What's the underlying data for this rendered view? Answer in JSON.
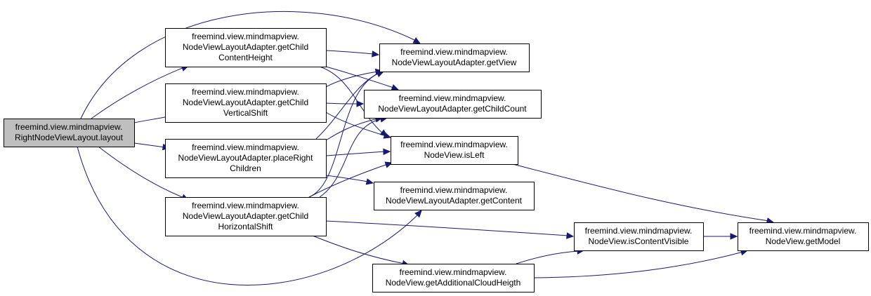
{
  "graph": {
    "edge_color": "#191970",
    "root_fill": "#bfbfbf",
    "nodes": [
      {
        "id": "root",
        "lines": [
          "freemind.view.mindmapview.",
          "RightNodeViewLayout.layout"
        ],
        "highlighted": true
      },
      {
        "id": "getChildContentHeight",
        "lines": [
          "freemind.view.mindmapview.",
          "NodeViewLayoutAdapter.getChild",
          "ContentHeight"
        ]
      },
      {
        "id": "getChildVerticalShift",
        "lines": [
          "freemind.view.mindmapview.",
          "NodeViewLayoutAdapter.getChild",
          "VerticalShift"
        ]
      },
      {
        "id": "placeRightChildren",
        "lines": [
          "freemind.view.mindmapview.",
          "NodeViewLayoutAdapter.placeRight",
          "Children"
        ]
      },
      {
        "id": "getChildHorizontalShift",
        "lines": [
          "freemind.view.mindmapview.",
          "NodeViewLayoutAdapter.getChild",
          "HorizontalShift"
        ]
      },
      {
        "id": "getView",
        "lines": [
          "freemind.view.mindmapview.",
          "NodeViewLayoutAdapter.getView"
        ]
      },
      {
        "id": "getChildCount",
        "lines": [
          "freemind.view.mindmapview.",
          "NodeViewLayoutAdapter.getChildCount"
        ]
      },
      {
        "id": "isLeft",
        "lines": [
          "freemind.view.mindmapview.",
          "NodeView.isLeft"
        ]
      },
      {
        "id": "getContent",
        "lines": [
          "freemind.view.mindmapview.",
          "NodeViewLayoutAdapter.getContent"
        ]
      },
      {
        "id": "getAdditionalCloudHeigth",
        "lines": [
          "freemind.view.mindmapview.",
          "NodeView.getAdditionalCloudHeigth"
        ]
      },
      {
        "id": "isContentVisible",
        "lines": [
          "freemind.view.mindmapview.",
          "NodeView.isContentVisible"
        ]
      },
      {
        "id": "getModel",
        "lines": [
          "freemind.view.mindmapview.",
          "NodeView.getModel"
        ]
      }
    ],
    "edges": [
      {
        "from": "root",
        "to": "getView"
      },
      {
        "from": "root",
        "to": "getChildContentHeight"
      },
      {
        "from": "root",
        "to": "getChildVerticalShift"
      },
      {
        "from": "root",
        "to": "placeRightChildren"
      },
      {
        "from": "root",
        "to": "getChildHorizontalShift"
      },
      {
        "from": "root",
        "to": "getContent"
      },
      {
        "from": "getChildContentHeight",
        "to": "getView"
      },
      {
        "from": "getChildContentHeight",
        "to": "getChildCount"
      },
      {
        "from": "getChildContentHeight",
        "to": "isLeft"
      },
      {
        "from": "getChildVerticalShift",
        "to": "getChildCount"
      },
      {
        "from": "getChildVerticalShift",
        "to": "getView"
      },
      {
        "from": "getChildVerticalShift",
        "to": "isLeft"
      },
      {
        "from": "placeRightChildren",
        "to": "getView"
      },
      {
        "from": "placeRightChildren",
        "to": "getChildCount"
      },
      {
        "from": "placeRightChildren",
        "to": "isLeft"
      },
      {
        "from": "placeRightChildren",
        "to": "getContent"
      },
      {
        "from": "getChildHorizontalShift",
        "to": "getView"
      },
      {
        "from": "getChildHorizontalShift",
        "to": "getChildCount"
      },
      {
        "from": "getChildHorizontalShift",
        "to": "isLeft"
      },
      {
        "from": "getChildHorizontalShift",
        "to": "isContentVisible"
      },
      {
        "from": "getChildHorizontalShift",
        "to": "getAdditionalCloudHeigth"
      },
      {
        "from": "isLeft",
        "to": "getModel"
      },
      {
        "from": "getAdditionalCloudHeigth",
        "to": "isContentVisible"
      },
      {
        "from": "getAdditionalCloudHeigth",
        "to": "getModel"
      },
      {
        "from": "isContentVisible",
        "to": "getModel"
      }
    ]
  }
}
